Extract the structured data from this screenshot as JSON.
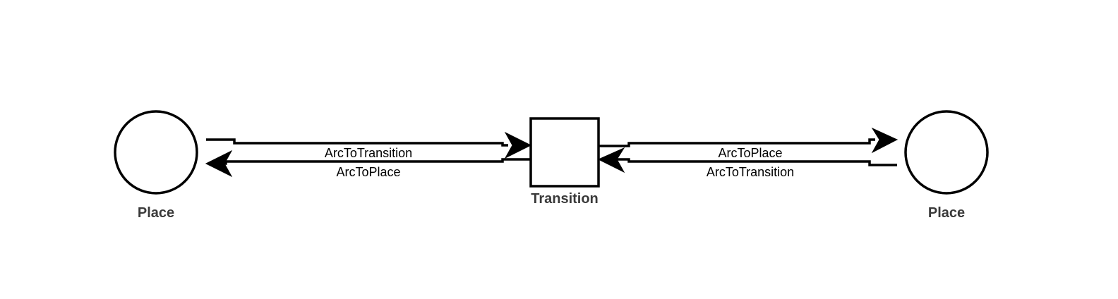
{
  "diagram": {
    "nodes": {
      "place_left": {
        "label": "Place"
      },
      "transition": {
        "label": "Transition"
      },
      "place_right": {
        "label": "Place"
      }
    },
    "arcs": {
      "left_to_transition": {
        "label": "ArcToTransition"
      },
      "transition_to_left": {
        "label": "ArcToPlace"
      },
      "transition_to_right": {
        "label": "ArcToPlace"
      },
      "right_to_transition": {
        "label": "ArcToTransition"
      }
    }
  }
}
